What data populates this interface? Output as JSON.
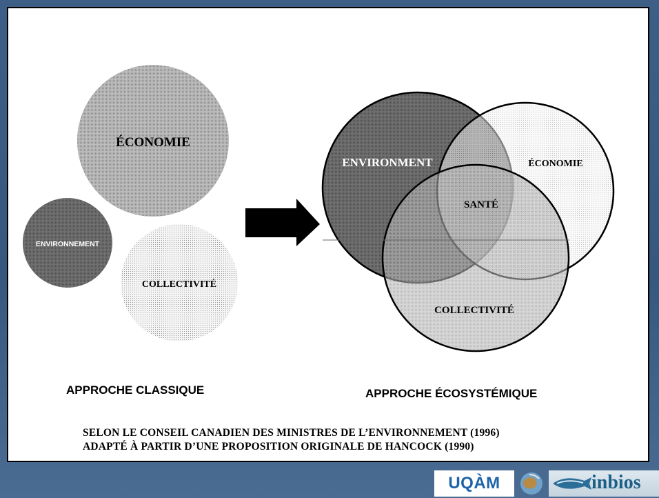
{
  "diagram": {
    "classic": {
      "economie": "ÉCONOMIE",
      "environnement": "ENVIRONNEMENT",
      "collectivite": "COLLECTIVITÉ",
      "caption": "APPROCHE CLASSIQUE"
    },
    "ecosystemic": {
      "environment": "ENVIRONMENT",
      "economie": "ÉCONOMIE",
      "sante": "SANTÉ",
      "collectivite": "COLLECTIVITÉ",
      "caption": "APPROCHE ÉCOSYSTÉMIQUE"
    }
  },
  "source": {
    "line1": "SELON LE CONSEIL CANADIEN DES MINISTRES DE L’ENVIRONNEMENT (1996)",
    "line2": "ADAPTÉ À PARTIR D’UNE PROPOSITION ORIGINALE DE HANCOCK (1990)"
  },
  "footer": {
    "uqam_logo": "UQÀM",
    "inbios_logo": "inbios"
  }
}
